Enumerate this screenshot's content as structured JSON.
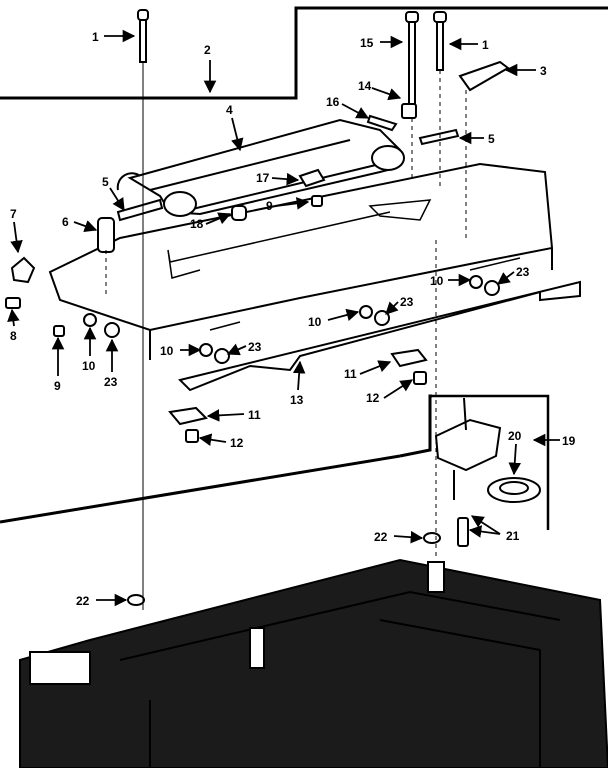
{
  "callouts": {
    "c1a": "1",
    "c1b": "1",
    "c2": "2",
    "c3": "3",
    "c4": "4",
    "c5a": "5",
    "c5b": "5",
    "c6": "6",
    "c7": "7",
    "c8": "8",
    "c9a": "9",
    "c9b": "9",
    "c10a": "10",
    "c10b": "10",
    "c10c": "10",
    "c10d": "10",
    "c11a": "11",
    "c11b": "11",
    "c12a": "12",
    "c12b": "12",
    "c13": "13",
    "c14": "14",
    "c15": "15",
    "c16": "16",
    "c17": "17",
    "c18": "18",
    "c19": "19",
    "c20": "20",
    "c21": "21",
    "c22a": "22",
    "c22b": "22",
    "c23a": "23",
    "c23b": "23",
    "c23c": "23",
    "c23d": "23"
  },
  "colors": {
    "ink": "#000000",
    "paper": "#ffffff",
    "base_fill": "#1b1b1b"
  }
}
